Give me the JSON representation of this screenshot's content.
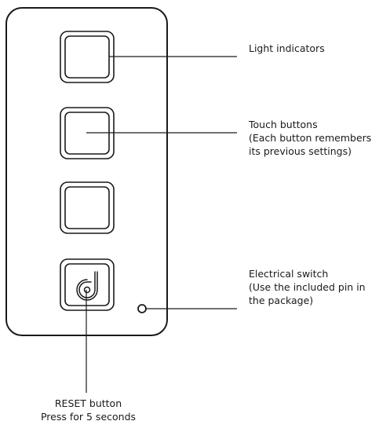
{
  "labels": {
    "light_indicators": "Light indicators",
    "touch_buttons": {
      "line1": "Touch buttons",
      "line2": "(Each button remembers",
      "line3": "its previous settings)"
    },
    "electrical_switch": {
      "line1": "Electrical switch",
      "line2": "(Use the included pin in",
      "line3": "the package)"
    },
    "reset_button": {
      "line1": "RESET button",
      "line2": "Press for 5 seconds"
    }
  },
  "logo": "d",
  "colors": {
    "stroke": "#1a1a1a",
    "background": "#ffffff"
  }
}
